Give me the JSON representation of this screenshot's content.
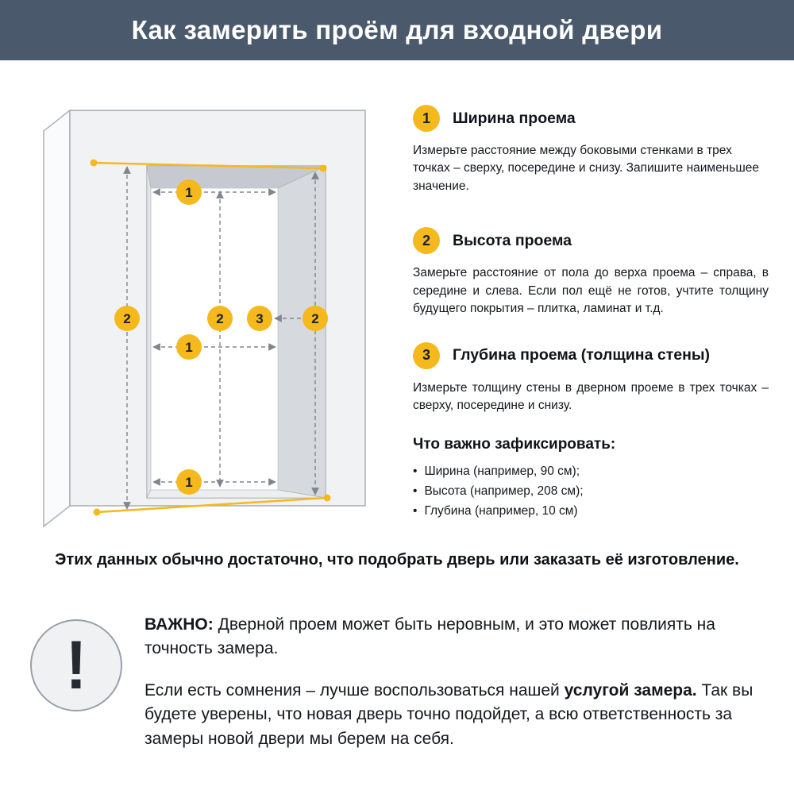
{
  "header": {
    "title": "Как замерить проём для входной двери"
  },
  "colors": {
    "accent": "#F5B91E",
    "header_bg": "#4A5A6C",
    "wall_gray": "#D6D9DD"
  },
  "diagram": {
    "width_badge": "1",
    "height_badge": "2",
    "depth_badge": "3"
  },
  "steps": [
    {
      "num": "1",
      "title": "Ширина проема",
      "body": "Измерьте расстояние между боковыми стенками в трех точках – сверху, посередине и снизу. Запишите наименьшее значение."
    },
    {
      "num": "2",
      "title": "Высота проема",
      "body": "Замерьте расстояние от пола до верха проема – справа, в середине и слева. Если пол ещё не готов, учтите толщину будущего покрытия – плитка, ламинат и т.д."
    },
    {
      "num": "3",
      "title": "Глубина проема (толщина стены)",
      "body": "Измерьте толщину стены в дверном проеме в трех точках – сверху, посередине и снизу."
    }
  ],
  "checklist": {
    "title": "Что важно зафиксировать:",
    "bullet": "•",
    "items": [
      "Ширина (например, 90 см);",
      "Высота (например, 208 см);",
      "Глубина (например, 10 см)"
    ]
  },
  "summary": {
    "text": "Этих данных обычно достаточно, что подобрать дверь или заказать её изготовление."
  },
  "note": {
    "exclamation": "!",
    "label": "ВАЖНО:",
    "text1": " Дверной проем может быть неровным, и это может повлиять на точность замера.",
    "text2_start": "Если есть сомнения – лучше воспользоваться нашей ",
    "text2_bold": "услугой замера.",
    "text2_end": " Так вы будете уверены, что новая дверь точно подойдет, а всю ответственность за замеры новой двери мы берем на себя."
  }
}
